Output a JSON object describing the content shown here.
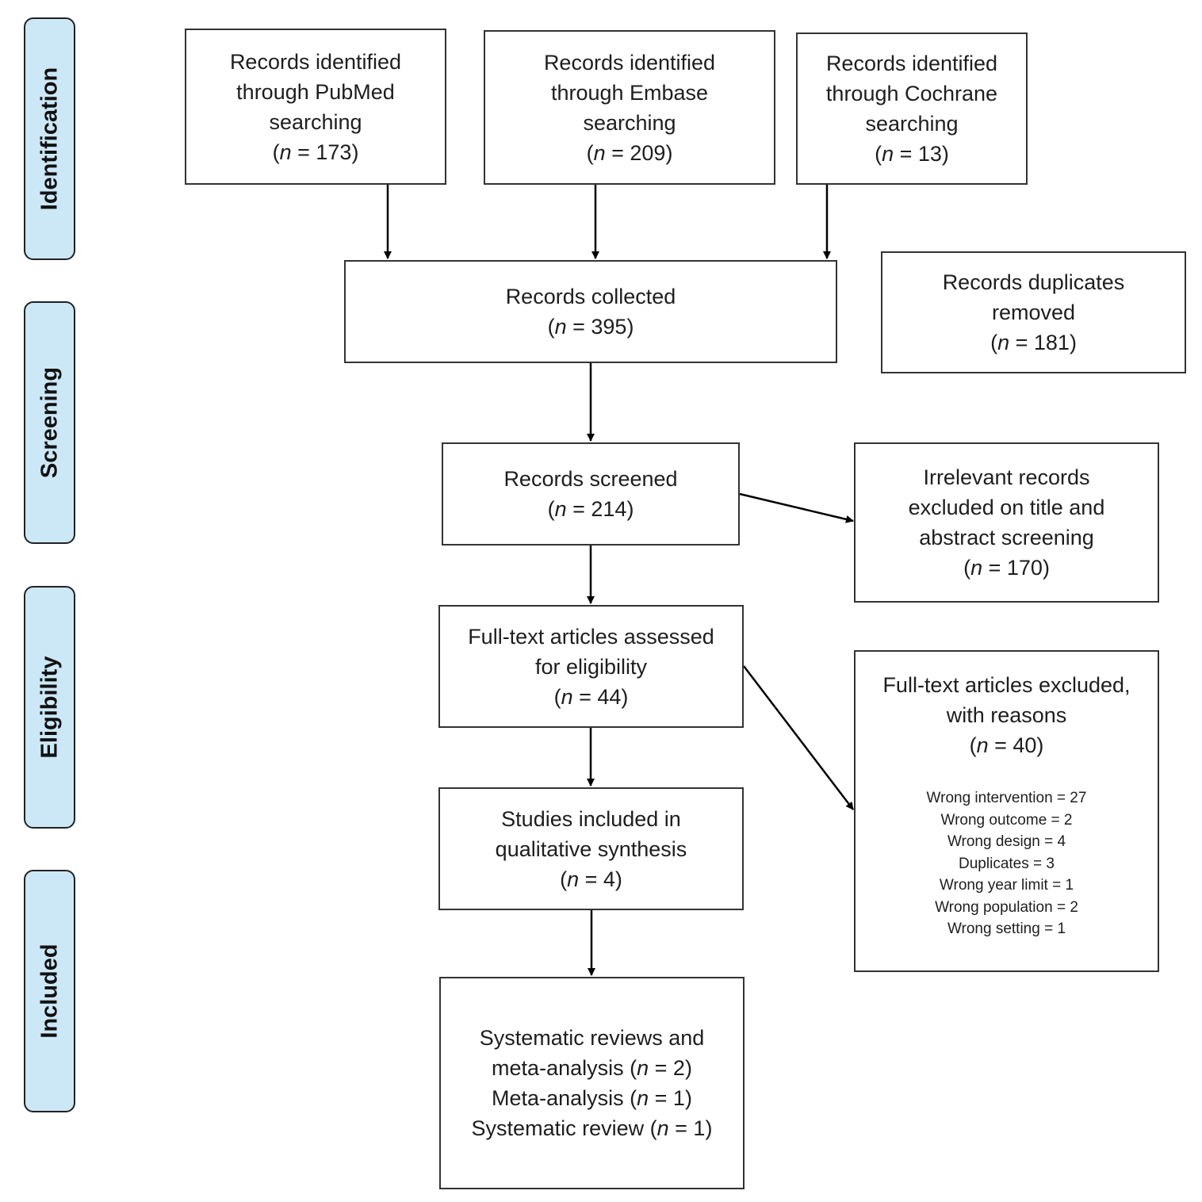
{
  "stages": [
    {
      "id": "identification",
      "label": "Identification"
    },
    {
      "id": "screening",
      "label": "Screening"
    },
    {
      "id": "eligibility",
      "label": "Eligibility"
    },
    {
      "id": "included",
      "label": "Included"
    }
  ],
  "boxes": {
    "pubmed": {
      "lines": [
        "Records identified",
        "through PubMed",
        "searching"
      ],
      "n": "173"
    },
    "embase": {
      "lines": [
        "Records identified",
        "through Embase",
        "searching"
      ],
      "n": "209"
    },
    "cochrane": {
      "lines": [
        "Records identified",
        "through Cochrane",
        "searching"
      ],
      "n": "13"
    },
    "collected": {
      "lines": [
        "Records collected"
      ],
      "n": "395"
    },
    "duplicates": {
      "lines": [
        "Records duplicates",
        "removed"
      ],
      "n": "181"
    },
    "screened": {
      "lines": [
        "Records screened"
      ],
      "n": "214"
    },
    "irrelevant": {
      "lines": [
        "Irrelevant records",
        "excluded on title and",
        "abstract screening"
      ],
      "n": "170"
    },
    "fulltext": {
      "lines": [
        "Full-text articles assessed",
        "for eligibility"
      ],
      "n": "44"
    },
    "excluded": {
      "lines": [
        "Full-text articles excluded,",
        "with reasons"
      ],
      "n": "40",
      "reasons": [
        "Wrong intervention = 27",
        "Wrong outcome = 2",
        "Wrong design = 4",
        "Duplicates = 3",
        "Wrong year limit = 1",
        "Wrong population = 2",
        "Wrong setting = 1"
      ]
    },
    "qualitative": {
      "lines": [
        "Studies included in",
        "qualitative synthesis"
      ],
      "n": "4"
    },
    "final": {
      "items": [
        {
          "pre": "Systematic reviews and",
          "label": "meta-analysis",
          "n": "2"
        },
        {
          "label": "Meta-analysis",
          "n": "1"
        },
        {
          "label": "Systematic review",
          "n": "1"
        }
      ]
    }
  }
}
